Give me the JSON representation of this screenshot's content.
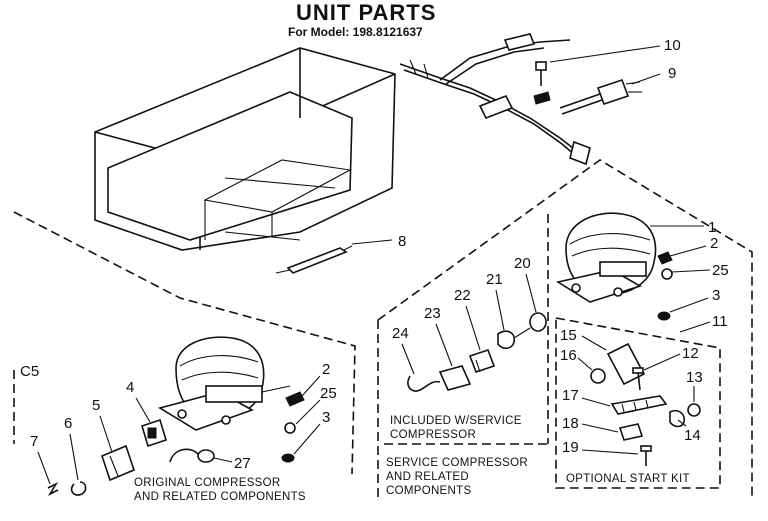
{
  "header": {
    "title": "UNIT PARTS",
    "model_label": "For Model: 198.8121637"
  },
  "page_code": "C5",
  "callouts": {
    "n1": "1",
    "n2a": "2",
    "n25a": "25",
    "n3a": "3",
    "n11": "11",
    "n15": "15",
    "n16": "16",
    "n12": "12",
    "n13": "13",
    "n17": "17",
    "n18": "18",
    "n14": "14",
    "n19": "19",
    "n24": "24",
    "n23": "23",
    "n22": "22",
    "n21": "21",
    "n20": "20",
    "n8": "8",
    "n9": "9",
    "n10": "10",
    "n4": "4",
    "n5": "5",
    "n6": "6",
    "n7": "7",
    "n27": "27",
    "n2b": "2",
    "n25b": "25",
    "n3b": "3"
  },
  "captions": {
    "included_line1": "INCLUDED W/SERVICE",
    "included_line2": "COMPRESSOR",
    "service_line1": "SERVICE COMPRESSOR",
    "service_line2": "AND RELATED",
    "service_line3": "COMPONENTS",
    "optional": "OPTIONAL START KIT",
    "original_line1": "ORIGINAL COMPRESSOR",
    "original_line2": "AND RELATED COMPONENTS"
  }
}
